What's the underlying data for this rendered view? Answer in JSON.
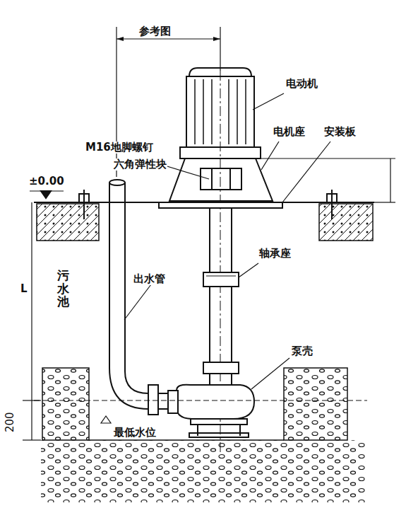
{
  "diagram": {
    "labels": [
      "参考图",
      "电动机",
      "M16地脚螺钉",
      "电机座",
      "安装板",
      "六角弹性块",
      "±0.00",
      "污水池",
      "轴承座",
      "L",
      "出水管",
      "泵壳",
      "200",
      "最低水位"
    ]
  }
}
